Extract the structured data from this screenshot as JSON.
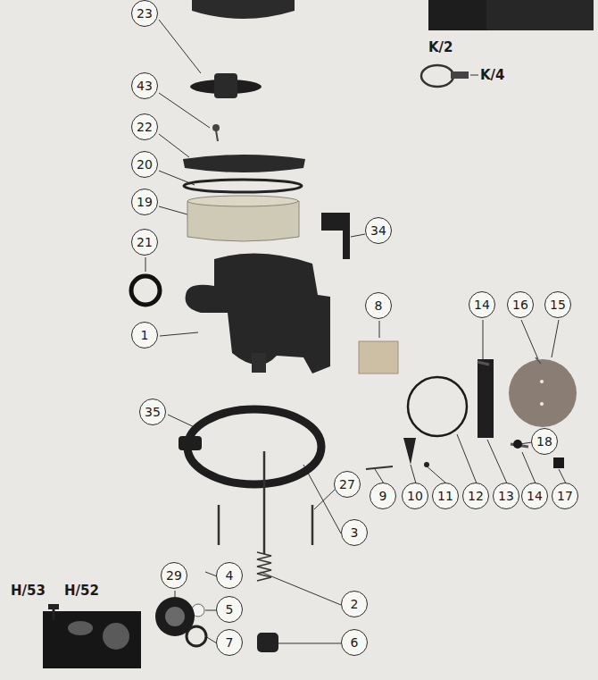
{
  "diagram": {
    "nodes": [
      {
        "text": [
          "23"
        ]
      },
      {
        "text": [
          "43"
        ]
      },
      {
        "text": [
          "22"
        ]
      },
      {
        "text": [
          "20"
        ]
      },
      {
        "text": [
          "19"
        ]
      },
      {
        "text": [
          "34"
        ]
      },
      {
        "text": [
          "21"
        ]
      },
      {
        "text": [
          "8"
        ]
      },
      {
        "text": [
          "14"
        ]
      },
      {
        "text": [
          "16"
        ]
      },
      {
        "text": [
          "15"
        ]
      },
      {
        "text": [
          "1"
        ]
      },
      {
        "text": [
          "35"
        ]
      },
      {
        "text": [
          "18"
        ]
      },
      {
        "text": [
          "27"
        ]
      },
      {
        "text": [
          "9"
        ]
      },
      {
        "text": [
          "10"
        ]
      },
      {
        "text": [
          "11"
        ]
      },
      {
        "text": [
          "12"
        ]
      },
      {
        "text": [
          "13"
        ]
      },
      {
        "text": [
          "14"
        ]
      },
      {
        "text": [
          "17"
        ]
      },
      {
        "text": [
          "3"
        ]
      },
      {
        "text": [
          "29"
        ]
      },
      {
        "text": [
          "4"
        ]
      },
      {
        "text": [
          "2"
        ]
      },
      {
        "text": [
          "5"
        ]
      },
      {
        "text": [
          "7"
        ]
      },
      {
        "text": [
          "6"
        ]
      }
    ],
    "labels": [
      "K/2",
      "K/4",
      "H/53",
      "H/52"
    ]
  }
}
